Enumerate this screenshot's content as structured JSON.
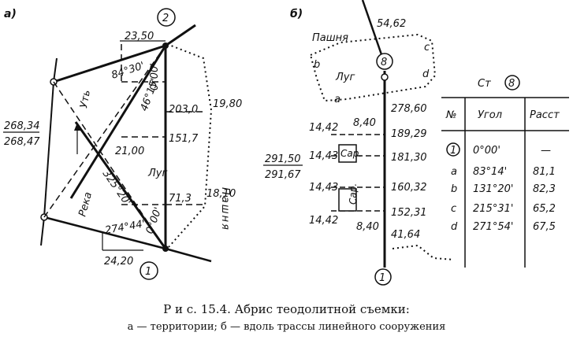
{
  "panel_a": {
    "label": "а)",
    "station_top": "2",
    "station_bottom": "1",
    "dist_23_50": "23,50",
    "angle_84_30": "84°30'",
    "angle_0_00_top": "0°00'",
    "angle_46_15": "46°15'",
    "label_utb": "Уть",
    "measure_203_0": "203,0",
    "measure_19_80": "19,80",
    "measure_21_00": "21,00",
    "measure_151_7": "151,7",
    "label_lug": "Луг",
    "label_pashnya": "Пашня",
    "measure_71_3": "71,3",
    "measure_18_10": "18,10",
    "dist_268_34": "268,34",
    "dist_268_47": "268,47",
    "label_reka": "Река",
    "angle_325_20": "325°20'",
    "angle_0_00_bottom": "0°00'",
    "angle_274_44": "274°44'",
    "dist_24_20": "24,20"
  },
  "panel_b": {
    "label": "б)",
    "label_pashnya": "Пашня",
    "dist_54_62": "54,62",
    "point_b": "b",
    "point_c": "c",
    "point_d": "d",
    "point_a": "a",
    "label_lug": "Луг",
    "station_8": "8",
    "station_1": "1",
    "ch_278_60": "278,60",
    "left_14_42_top": "14,42",
    "left_8_40_top": "8,40",
    "ch_189_29": "189,29",
    "left_14_43_top": "14,43",
    "ch_181_30": "181,30",
    "dist_291_50": "291,50",
    "dist_291_67": "291,67",
    "left_14_43_bottom": "14,43",
    "ch_160_32": "160,32",
    "ch_152_31": "152,31",
    "left_14_42_bottom": "14,42",
    "left_8_40_bottom": "8,40",
    "ch_41_64": "41,64",
    "saray": "Сар."
  },
  "table": {
    "title": "Ст",
    "title_station": "8",
    "headers": [
      "№",
      "Угол",
      "Расст"
    ],
    "rows": [
      {
        "no": "1",
        "angle": "0°00'",
        "dist": "—"
      },
      {
        "no": "a",
        "angle": "83°14'",
        "dist": "81,1"
      },
      {
        "no": "b",
        "angle": "131°20'",
        "dist": "82,3"
      },
      {
        "no": "c",
        "angle": "215°31'",
        "dist": "65,2"
      },
      {
        "no": "d",
        "angle": "271°54'",
        "dist": "67,5"
      }
    ]
  },
  "caption": {
    "title": "Р и с. 15.4. Абрис теодолитной съемки:",
    "subtitle": "а — территории; б — вдоль трассы линейного сооружения"
  }
}
